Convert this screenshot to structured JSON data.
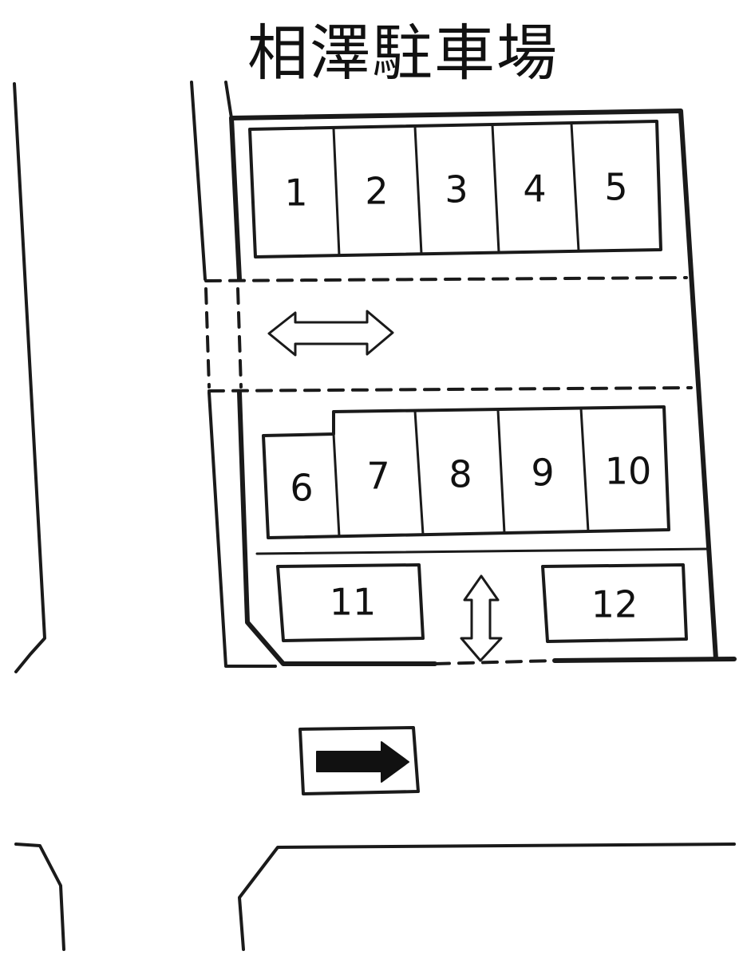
{
  "title": "相澤駐車場",
  "spaces": {
    "s1": "1",
    "s2": "2",
    "s3": "3",
    "s4": "4",
    "s5": "5",
    "s6": "6",
    "s7": "7",
    "s8": "8",
    "s9": "9",
    "s10": "10",
    "s11": "11",
    "s12": "12"
  },
  "icons": {
    "aisle_arrow": "double-horizontal-arrow-icon",
    "exit_arrow": "double-vertical-arrow-icon",
    "direction_arrow": "right-arrow-icon"
  }
}
